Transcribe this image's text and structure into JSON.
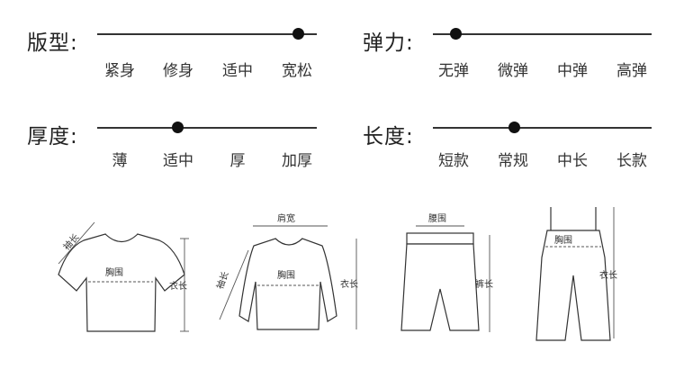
{
  "attributes": [
    {
      "label": "版型:",
      "options": [
        "紧身",
        "修身",
        "适中",
        "宽松"
      ],
      "selected_index": 3
    },
    {
      "label": "弹力:",
      "options": [
        "无弹",
        "微弹",
        "中弹",
        "高弹"
      ],
      "selected_index": 0
    },
    {
      "label": "厚度:",
      "options": [
        "薄",
        "适中",
        "厚",
        "加厚"
      ],
      "selected_index": 1
    },
    {
      "label": "长度:",
      "options": [
        "短款",
        "常规",
        "中长",
        "长款"
      ],
      "selected_index": 1
    }
  ],
  "garments": {
    "tshirt": {
      "sleeve": "袖长",
      "chest": "胸围",
      "length": "衣长"
    },
    "sweater": {
      "shoulder": "肩宽",
      "sleeve": "袖长",
      "chest": "胸围",
      "length": "衣长"
    },
    "shorts": {
      "waist": "腰围",
      "length": "裤长"
    },
    "overalls": {
      "chest": "胸围",
      "length": "衣长"
    }
  },
  "colors": {
    "text": "#222222",
    "line": "#333333",
    "dot": "#111111"
  }
}
